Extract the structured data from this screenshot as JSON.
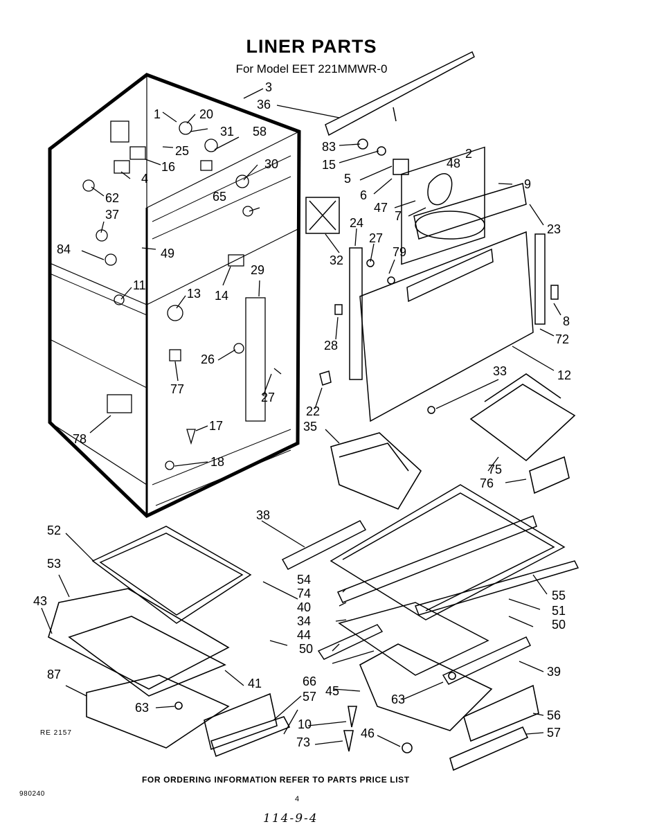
{
  "header": {
    "title": "LINER PARTS",
    "subtitle": "For Model EET 221MMWR-0"
  },
  "footer": {
    "ordering_note": "FOR ORDERING INFORMATION REFER TO PARTS PRICE LIST",
    "ref_code": "RE 2157",
    "doc_number": "980240",
    "page_number": "4",
    "handwritten": "114-9-4"
  },
  "callouts": [
    "3",
    "36",
    "1",
    "20",
    "31",
    "58",
    "25",
    "16",
    "4",
    "83",
    "15",
    "2",
    "5",
    "48",
    "9",
    "30",
    "6",
    "62",
    "65",
    "47",
    "7",
    "37",
    "23",
    "84",
    "49",
    "24",
    "27",
    "79",
    "32",
    "11",
    "29",
    "13",
    "14",
    "8",
    "72",
    "28",
    "26",
    "12",
    "77",
    "27",
    "33",
    "22",
    "35",
    "17",
    "78",
    "18",
    "75",
    "76",
    "38",
    "52",
    "53",
    "54",
    "74",
    "55",
    "40",
    "43",
    "51",
    "34",
    "50",
    "44",
    "50",
    "39",
    "41",
    "87",
    "66",
    "45",
    "57",
    "63",
    "63",
    "56",
    "10",
    "73",
    "46",
    "57"
  ],
  "colors": {
    "ink": "#000000",
    "paper": "#ffffff"
  }
}
